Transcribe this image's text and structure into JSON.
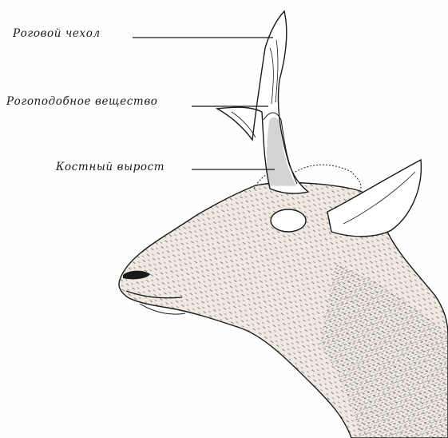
{
  "figure": {
    "labels": [
      {
        "text": "Роговой чехол"
      },
      {
        "text": "Рогоподобное вещество"
      },
      {
        "text": "Костный вырост"
      }
    ],
    "colors": {
      "ink": "#1a1a1a",
      "paper": "#fefefe",
      "skin_shade": "#efe9e2"
    }
  }
}
